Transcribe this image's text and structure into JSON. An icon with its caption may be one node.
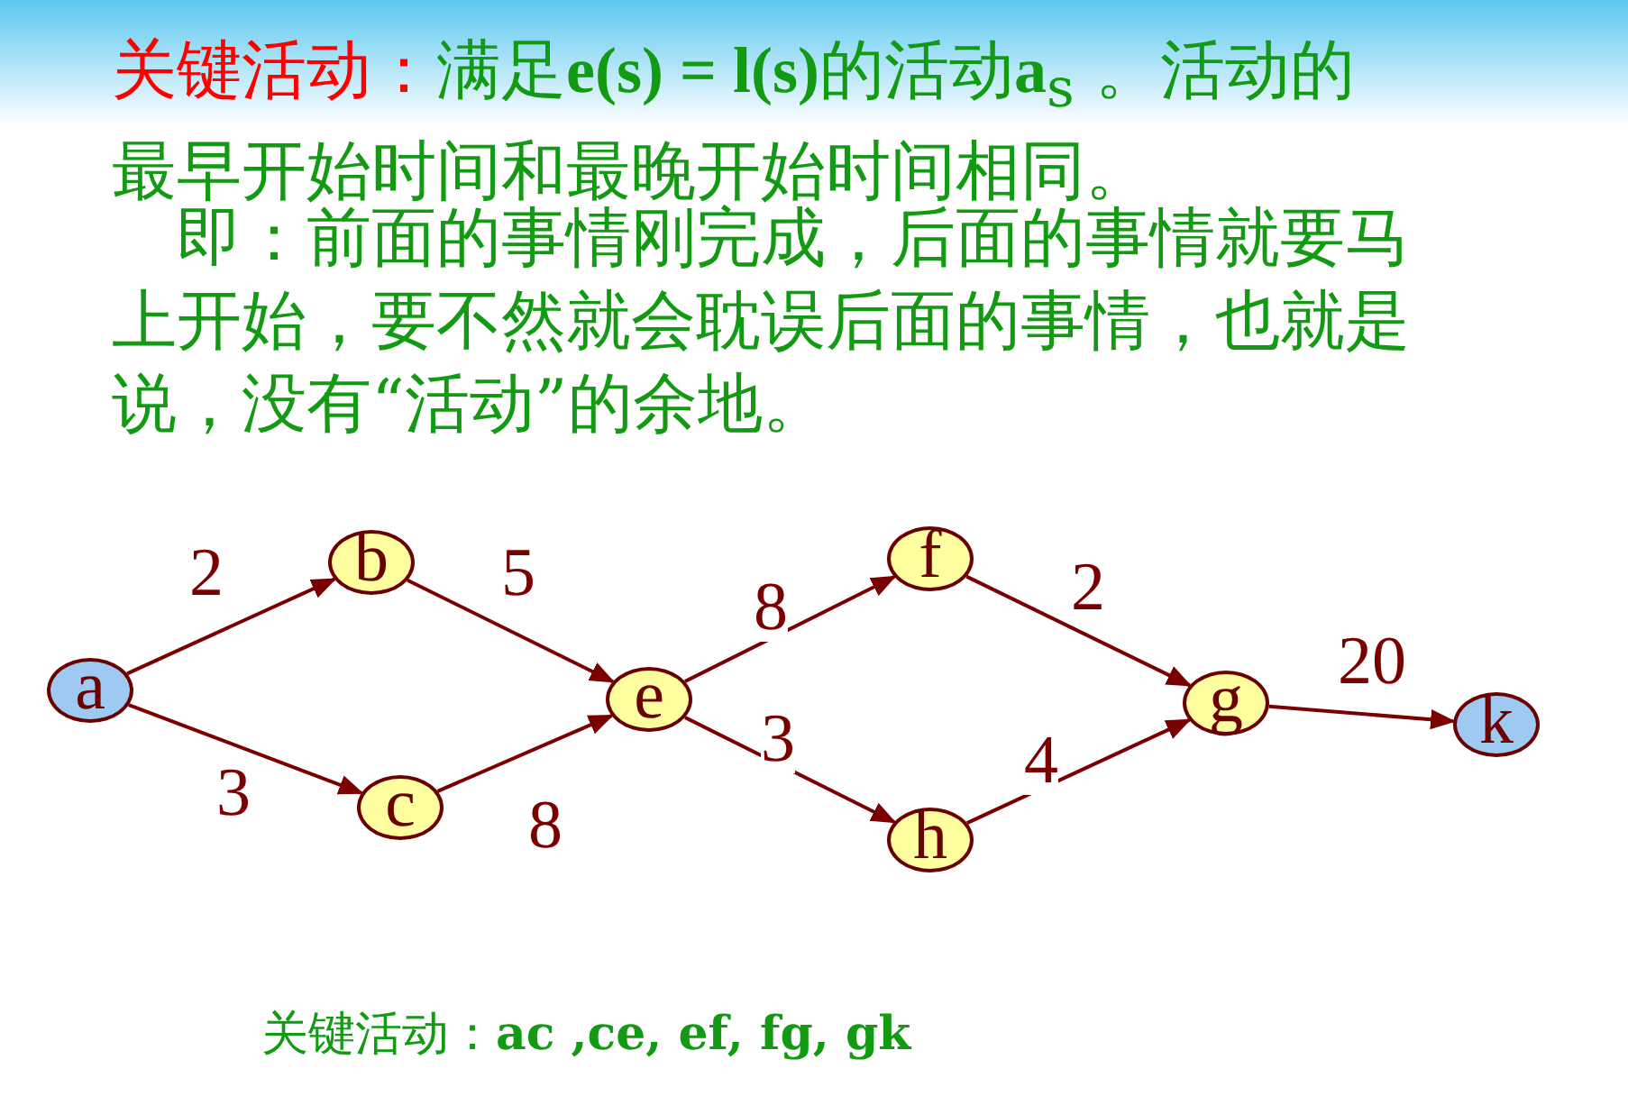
{
  "diagram": {
    "nodes": [
      {
        "text": [
          "a"
        ]
      },
      {
        "text": [
          "b"
        ]
      },
      {
        "text": [
          "c"
        ]
      },
      {
        "text": [
          "e"
        ]
      },
      {
        "text": [
          "f"
        ]
      },
      {
        "text": [
          "h"
        ]
      },
      {
        "text": [
          "g"
        ]
      },
      {
        "text": [
          "k"
        ]
      }
    ],
    "edges": [
      {
        "from": 0,
        "to": 1,
        "arrow": "to",
        "label": "2"
      },
      {
        "from": 0,
        "to": 2,
        "arrow": "to",
        "label": "3"
      },
      {
        "from": 1,
        "to": 3,
        "arrow": "to",
        "label": "5"
      },
      {
        "from": 2,
        "to": 3,
        "arrow": "to",
        "label": "8"
      },
      {
        "from": 3,
        "to": 4,
        "arrow": "to",
        "label": "8"
      },
      {
        "from": 3,
        "to": 5,
        "arrow": "to",
        "label": "3"
      },
      {
        "from": 4,
        "to": 6,
        "arrow": "to",
        "label": "2"
      },
      {
        "from": 5,
        "to": 6,
        "arrow": "to",
        "label": "4"
      },
      {
        "from": 6,
        "to": 7,
        "arrow": "to",
        "label": "20"
      }
    ],
    "labels": [
      "关键活动：",
      "满足**e(s) = l(s)**的活动**a**$_{s}$ 。活动的最早开始时间和最晚开始时间相同。",
      "即：前面的事情刚完成，后面的事情就要马上开始，要不然就会耽误后面的事情，也就是说，没有“活动”的余地。",
      "关键活动：**ac ,ce, ef, fg, gk**"
    ]
  }
}
